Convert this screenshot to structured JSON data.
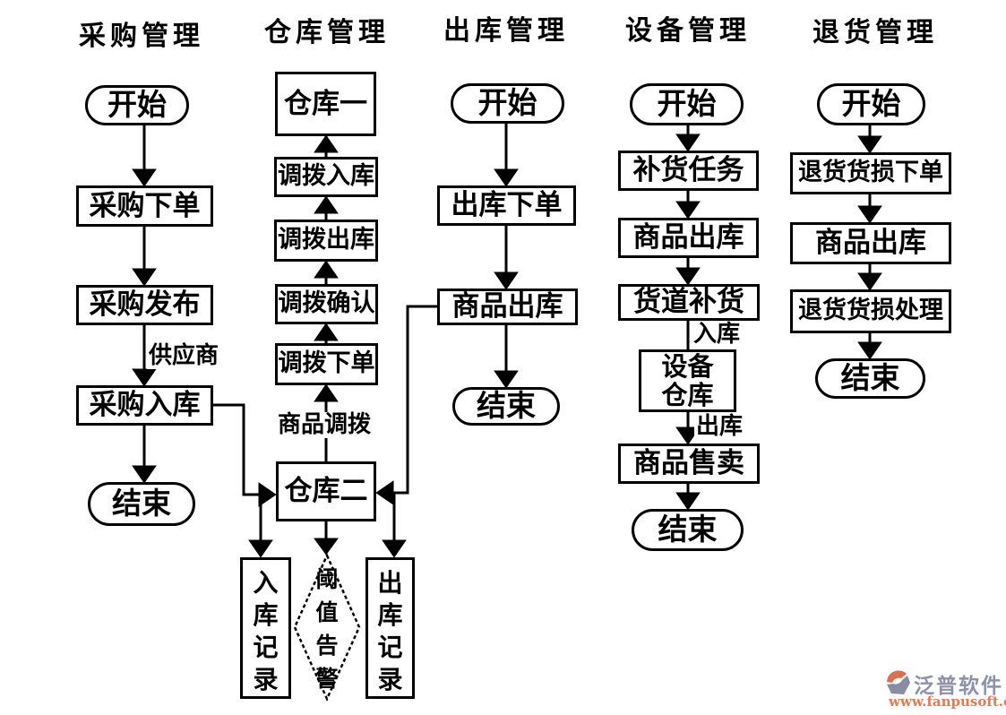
{
  "titles": {
    "purchase": "采购管理",
    "warehouse": "仓库管理",
    "outbound": "出库管理",
    "equipment": "设备管理",
    "returns": "退货管理"
  },
  "nodes": {
    "purchase_start": "开始",
    "purchase_order": "采购下单",
    "purchase_publish": "采购发布",
    "purchase_inbound": "采购入库",
    "purchase_end": "结束",
    "warehouse_one": "仓库一",
    "transfer_inbound": "调拨入库",
    "transfer_outbound": "调拨出库",
    "transfer_confirm": "调拨确认",
    "transfer_order": "调拨下单",
    "warehouse_two": "仓库二",
    "inbound_record": "入库记录",
    "threshold_alert": "阈值告警",
    "outbound_record": "出库记录",
    "outbound_start": "开始",
    "outbound_order": "出库下单",
    "outbound_goods_out": "商品出库",
    "outbound_end": "结束",
    "equipment_start": "开始",
    "replenish_task": "补货任务",
    "equipment_goods_out": "商品出库",
    "lane_replenish": "货道补货",
    "equipment_warehouse": "设备\n仓库",
    "goods_sale": "商品售卖",
    "equipment_end": "结束",
    "returns_start": "开始",
    "returns_order": "退货货损下单",
    "returns_goods_out": "商品出库",
    "returns_process": "退货货损处理",
    "returns_end": "结束"
  },
  "edge_labels": {
    "supplier": "供应商",
    "goods_transfer": "商品调拨",
    "inbound": "入库",
    "outbound": "出库"
  },
  "watermark": {
    "brand": "泛普软件",
    "url": "www.fanpusoft.com"
  },
  "colors": {
    "line": "#000000",
    "watermark_brand": "#8d91a9",
    "watermark_url": "#e8794e",
    "logo_gray": "#8a8ca3",
    "logo_orange": "#d9714f"
  }
}
